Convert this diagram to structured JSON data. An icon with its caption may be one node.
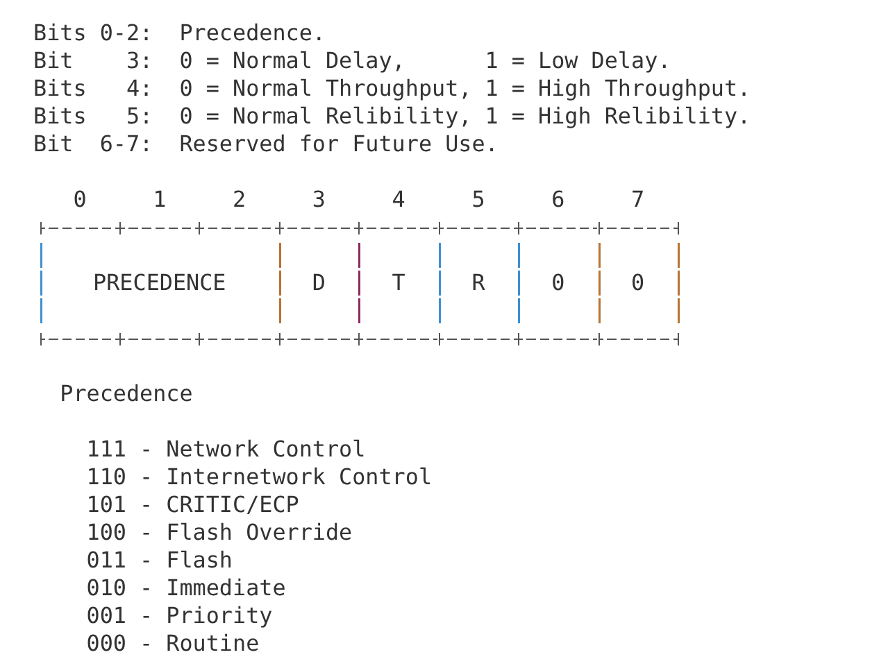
{
  "diagram": {
    "nodes": [
      {
        "text": [
          "PRECEDENCE"
        ]
      },
      {
        "text": [
          "D"
        ]
      },
      {
        "text": [
          "T"
        ]
      },
      {
        "text": [
          "R"
        ]
      },
      {
        "text": [
          "0"
        ]
      },
      {
        "text": [
          "0"
        ]
      }
    ],
    "labels": [
      "Bits",
      "0-2:",
      "Precedence.",
      "Bit",
      "3:",
      "0 = Normal Delay,",
      "1 = Low Delay.",
      "Bits",
      "4:",
      "0 = Normal Throughput,",
      "1 = High Throughput.",
      "Bits",
      "5:",
      "0 = Normal Relibility,",
      "1 = High Relibility.",
      "Bit",
      "6-7:",
      "Reserved for Future Use.",
      "0",
      "1",
      "2",
      "3",
      "4",
      "5",
      "6",
      "7",
      "Precedence",
      "111 - Network Control",
      "110 - Internetwork Control",
      "101 - CRITIC/ECP",
      "100 - Flash Override",
      "011 - Flash",
      "010 - Immediate",
      "001 - Priority",
      "000 - Routine"
    ]
  }
}
